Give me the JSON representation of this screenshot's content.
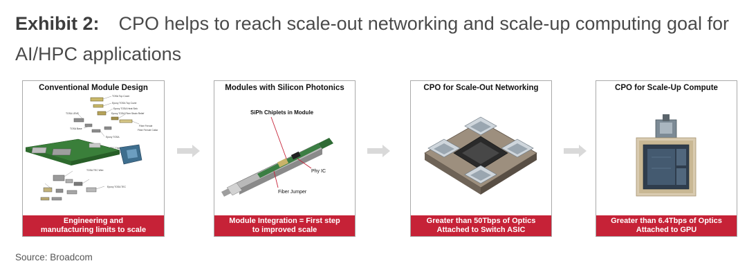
{
  "exhibit": {
    "label": "Exhibit 2:",
    "title": "CPO helps to reach scale-out networking and scale-up computing goal for AI/HPC applications"
  },
  "panels": [
    {
      "title": "Conventional Module Design",
      "caption": "Engineering and manufacturing limits to scale",
      "part_labels": [
        "TOSA Top Cover",
        "Epoxy TOSA Top Cover",
        "Epoxy TOSA Heat Sink",
        "Epoxy TOSA Fiber Strain Relief",
        "Fiber Ferrule",
        "Fiber Ferrule Collar",
        "TOSA LENS",
        "TOSA Base",
        "Epoxy TOSA",
        "TEC Thin Wire",
        "TOSA TEC",
        "TOSA TEC Wire",
        "Epoxy TOSA TEC"
      ]
    },
    {
      "title": "Modules with Silicon Photonics",
      "caption": "Module Integration = First step to improved scale",
      "callouts": {
        "chiplets": "SiPh Chiplets in Module",
        "phy": "Phy IC",
        "fiber": "Fiber Jumper"
      }
    },
    {
      "title": "CPO for Scale-Out Networking",
      "caption": "Greater than 50Tbps of Optics Attached to Switch ASIC"
    },
    {
      "title": "CPO for Scale-Up Compute",
      "caption": "Greater than 6.4Tbps of Optics Attached to GPU"
    }
  ],
  "source": "Source: Broadcom",
  "colors": {
    "caption_bg": "#c62237",
    "arrow": "#d9d9d9",
    "border": "#a9a9a9"
  }
}
